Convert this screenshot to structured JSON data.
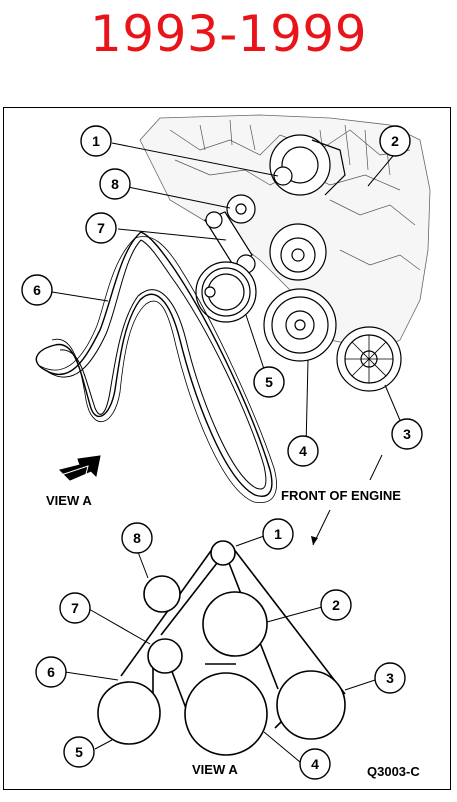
{
  "title": "1993-1999",
  "title_color": "#e8141a",
  "callouts": {
    "c1": "1",
    "c2": "2",
    "c3": "3",
    "c4": "4",
    "c5": "5",
    "c6": "6",
    "c7": "7",
    "c8": "8"
  },
  "labels": {
    "view_a_top": "VIEW A",
    "front_of_engine": "FRONT OF ENGINE",
    "view_a_bottom": "VIEW A",
    "figure_code": "Q3003-C"
  },
  "schematic": {
    "p1": "1",
    "p2": "2",
    "p3": "3",
    "p4": "4",
    "p5": "5",
    "p6": "6",
    "p7": "7",
    "p8": "8"
  }
}
